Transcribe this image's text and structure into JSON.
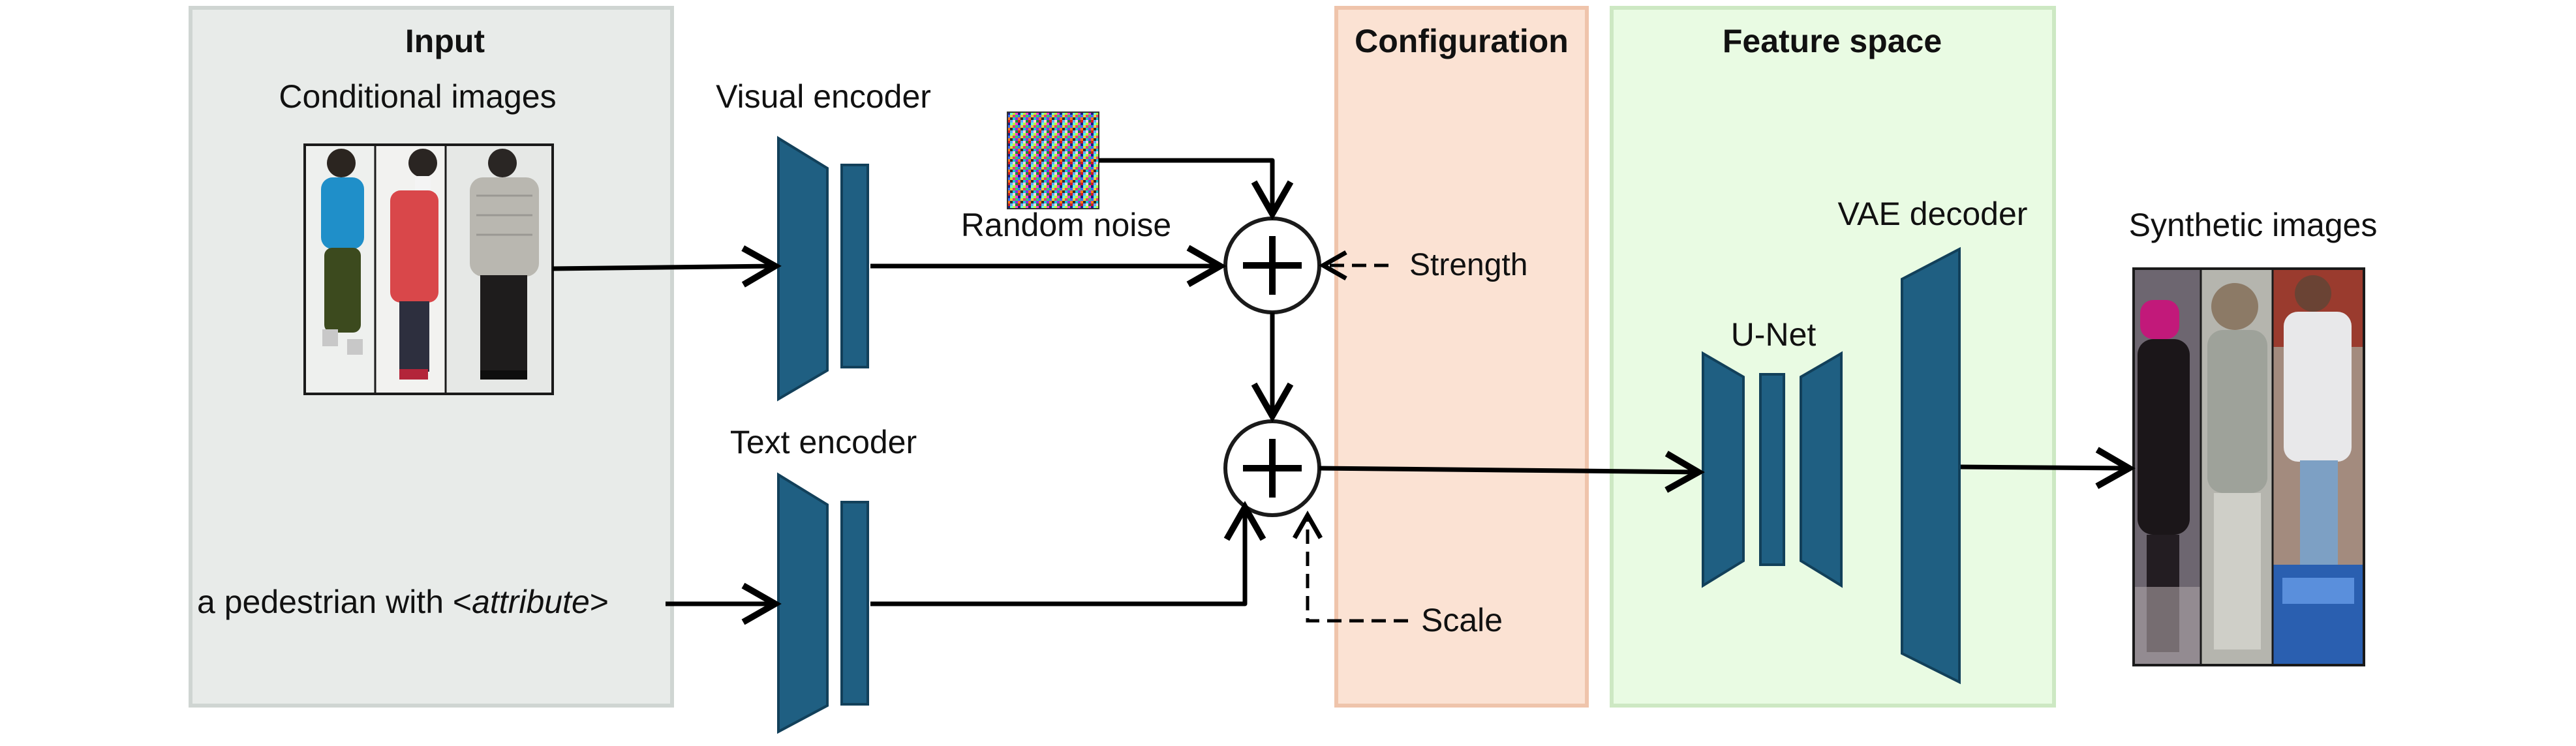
{
  "panels": {
    "input": {
      "title": "Input",
      "subtitle": "Conditional images"
    },
    "configuration": {
      "title": "Configuration"
    },
    "feature_space": {
      "title": "Feature space"
    }
  },
  "encoders": {
    "visual": "Visual encoder",
    "text": "Text encoder"
  },
  "labels": {
    "random_noise": "Random noise",
    "strength": "Strength",
    "scale": "Scale",
    "unet": "U-Net",
    "vae_decoder": "VAE decoder",
    "synthetic_images": "Synthetic images",
    "prompt_prefix": "a pedestrian with <",
    "prompt_attribute": "attribute",
    "prompt_suffix": ">"
  },
  "colors": {
    "input_panel": "#e8ebe9",
    "input_border": "#cfd5d2",
    "config_panel": "#fbe2d3",
    "config_border": "#efc4ab",
    "feature_panel": "#e9fbe3",
    "feature_border": "#cde8c3",
    "block": "#1f5f82",
    "block_edge": "#12405a",
    "arrow": "#000000"
  }
}
